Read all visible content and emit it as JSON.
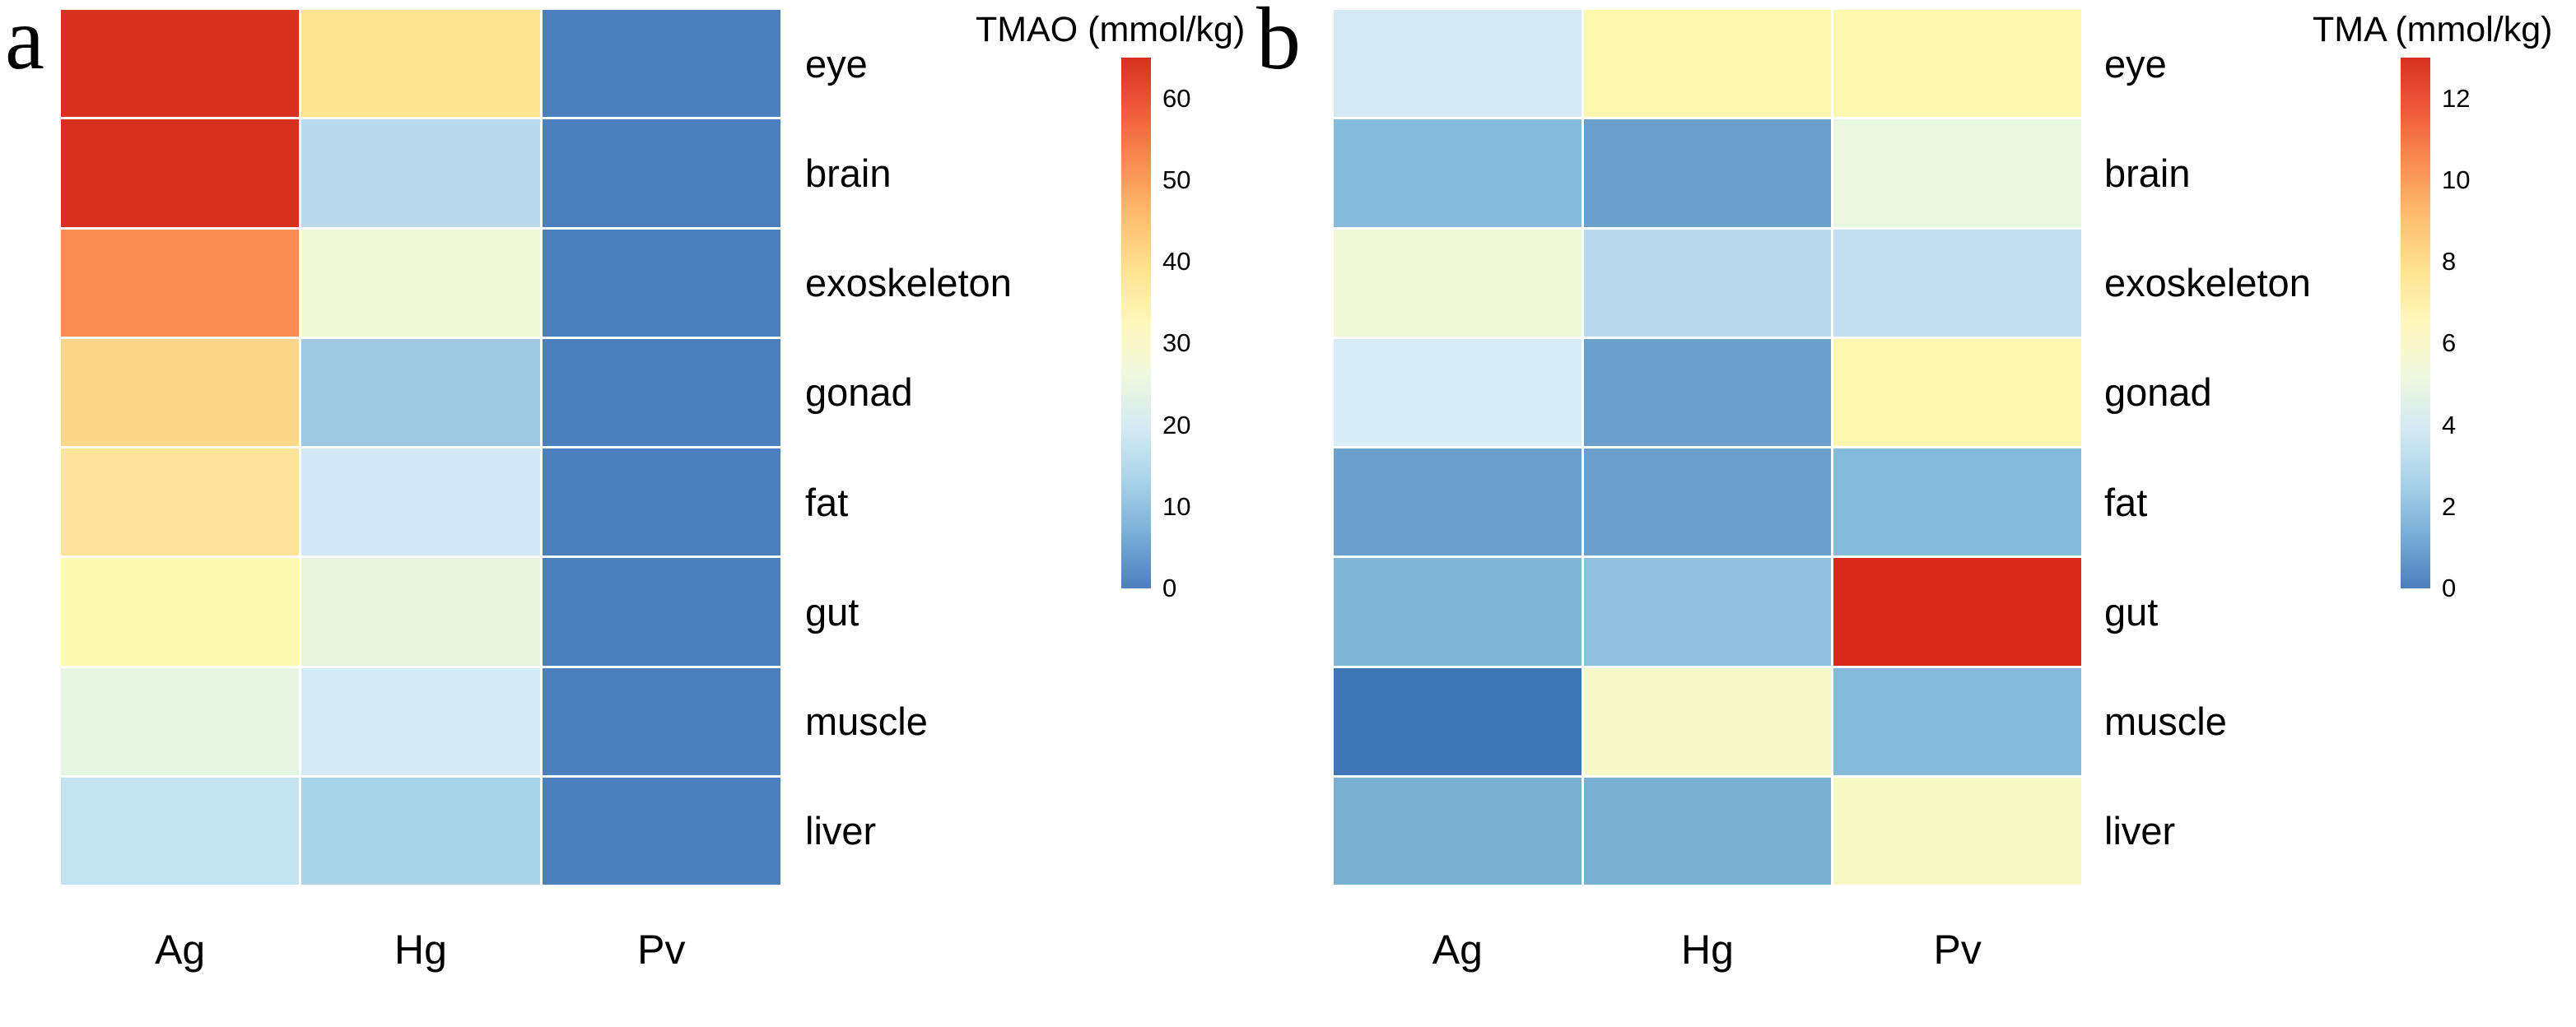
{
  "figure": {
    "panels": [
      {
        "letter": "a",
        "colorbar": {
          "title": "TMAO (mmol/kg)",
          "ticks": [
            "60",
            "50",
            "40",
            "30",
            "20",
            "10",
            "0"
          ],
          "tick_values": [
            60,
            50,
            40,
            30,
            20,
            10,
            0
          ],
          "vmin": 0,
          "vmax": 65,
          "gradient_colors": [
            "#d7301f",
            "#ef5b3b",
            "#f98e52",
            "#fdbe6f",
            "#fee391",
            "#fff7bc",
            "#eff8df",
            "#d4eaf2",
            "#a8d2e8",
            "#79add8",
            "#4c7fbd"
          ]
        }
      },
      {
        "letter": "b",
        "colorbar": {
          "title": "TMA (mmol/kg)",
          "ticks": [
            "12",
            "10",
            "8",
            "6",
            "4",
            "2",
            "0"
          ],
          "tick_values": [
            12,
            10,
            8,
            6,
            4,
            2,
            0
          ],
          "vmin": 0,
          "vmax": 13,
          "gradient_colors": [
            "#d7301f",
            "#ef5b3b",
            "#f98e52",
            "#fdbe6f",
            "#fee391",
            "#fff7bc",
            "#eff8df",
            "#d4eaf2",
            "#a8d2e8",
            "#79add8",
            "#4c7fbd"
          ]
        }
      }
    ]
  },
  "chart_data": [
    {
      "type": "heatmap",
      "panel": "a",
      "title": "TMAO (mmol/kg)",
      "xlabel": "",
      "ylabel": "",
      "columns": [
        "Ag",
        "Hg",
        "Pv"
      ],
      "rows": [
        "eye",
        "brain",
        "exoskeleton",
        "gonad",
        "fat",
        "gut",
        "muscle",
        "liver"
      ],
      "values": [
        [
          62.0,
          42.0,
          4.0
        ],
        [
          62.0,
          22.0,
          4.0
        ],
        [
          55.0,
          31.0,
          4.0
        ],
        [
          44.0,
          19.0,
          4.0
        ],
        [
          41.0,
          23.0,
          4.0
        ],
        [
          35.0,
          27.0,
          4.0
        ],
        [
          27.0,
          23.0,
          4.0
        ],
        [
          22.0,
          20.0,
          4.0
        ]
      ],
      "cell_colors": [
        [
          "#d8301f",
          "#fee391",
          "#4c7fbd"
        ],
        [
          "#d8301f",
          "#b9d9ec",
          "#4c7fbd"
        ],
        [
          "#f98e52",
          "#f0f8d8",
          "#4c7fbd"
        ],
        [
          "#fcd98a",
          "#9fc9e2",
          "#4c7fbd"
        ],
        [
          "#fee49a",
          "#d2e9f5",
          "#4c7fbd"
        ],
        [
          "#fdfcae",
          "#e8f5e0",
          "#4c7fbd"
        ],
        [
          "#e6f4e2",
          "#d5ecf6",
          "#4c7fbd"
        ],
        [
          "#c3e3f1",
          "#a9d3e8",
          "#4c7fbd"
        ]
      ],
      "vmin": 0,
      "vmax": 65,
      "colorbar_ticks": [
        0,
        10,
        20,
        30,
        40,
        50,
        60
      ],
      "grid": false,
      "legend_position": "right"
    },
    {
      "type": "heatmap",
      "panel": "b",
      "title": "TMA (mmol/kg)",
      "xlabel": "",
      "ylabel": "",
      "columns": [
        "Ag",
        "Hg",
        "Pv"
      ],
      "rows": [
        "eye",
        "brain",
        "exoskeleton",
        "gonad",
        "fat",
        "gut",
        "muscle",
        "liver"
      ],
      "values": [
        [
          4.0,
          6.3,
          6.3
        ],
        [
          2.8,
          2.3,
          5.3
        ],
        [
          5.6,
          3.9,
          3.9
        ],
        [
          4.2,
          2.4,
          6.2
        ],
        [
          2.3,
          2.4,
          2.9
        ],
        [
          2.7,
          3.2,
          12.9
        ],
        [
          1.2,
          5.9,
          2.9
        ],
        [
          2.6,
          2.7,
          5.9
        ]
      ],
      "cell_colors": [
        [
          "#d3eaf5",
          "#fcf7ae",
          "#fdf8af"
        ],
        [
          "#86bcda",
          "#6b9fcc",
          "#e9f6e2"
        ],
        [
          "#f0f8d8",
          "#b9daec",
          "#c0def0"
        ],
        [
          "#d8eef7",
          "#6b9fcc",
          "#fcf7ae"
        ],
        [
          "#6b9fcc",
          "#6b9fcc",
          "#85bad8"
        ],
        [
          "#82b6d5",
          "#8fc0dd",
          "#d8291c"
        ],
        [
          "#3e76b8",
          "#f8fac8",
          "#86bcda"
        ],
        [
          "#7cb0d2",
          "#7cb0d2",
          "#f6f9c4"
        ]
      ],
      "vmin": 0,
      "vmax": 13,
      "colorbar_ticks": [
        0,
        2,
        4,
        6,
        8,
        10,
        12
      ],
      "grid": false,
      "legend_position": "right"
    }
  ]
}
